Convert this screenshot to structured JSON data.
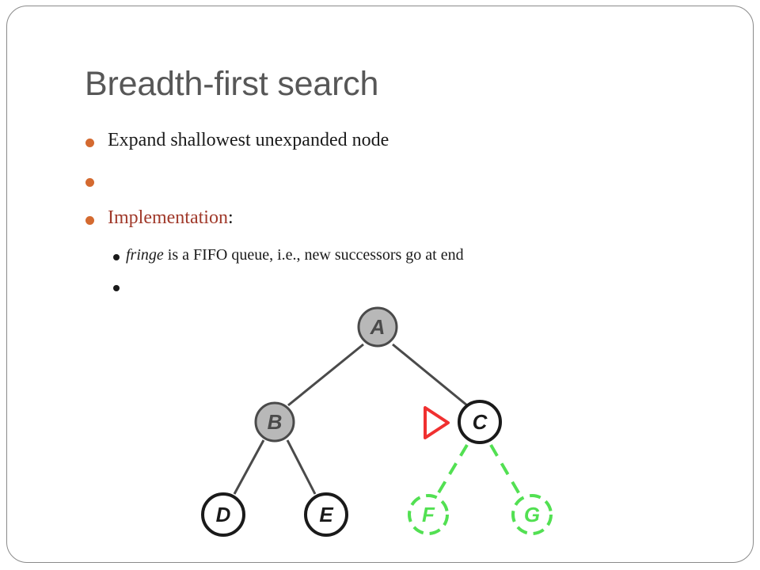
{
  "title": "Breadth-first search",
  "bullets": [
    {
      "text": "Expand shallowest unexpanded node"
    },
    {
      "text": ""
    },
    {
      "text_accent": "Implementation",
      "text_rest": ":"
    }
  ],
  "sub_bullets": [
    {
      "text_italic": "fringe",
      "text_rest": " is a FIFO queue, i.e., new successors go at end"
    },
    {
      "text": ""
    }
  ],
  "tree": {
    "nodes": [
      {
        "label": "A",
        "state": "expanded"
      },
      {
        "label": "B",
        "state": "expanded"
      },
      {
        "label": "C",
        "state": "frontier-current"
      },
      {
        "label": "D",
        "state": "frontier"
      },
      {
        "label": "E",
        "state": "frontier"
      },
      {
        "label": "F",
        "state": "unvisited"
      },
      {
        "label": "G",
        "state": "unvisited"
      }
    ],
    "colors": {
      "expanded_fill": "#b8b8b8",
      "edge": "#4a4a4a",
      "new_edge": "#52e052",
      "pointer": "#f03030",
      "accent": "#a0392a",
      "bullet": "#d46a30"
    }
  }
}
